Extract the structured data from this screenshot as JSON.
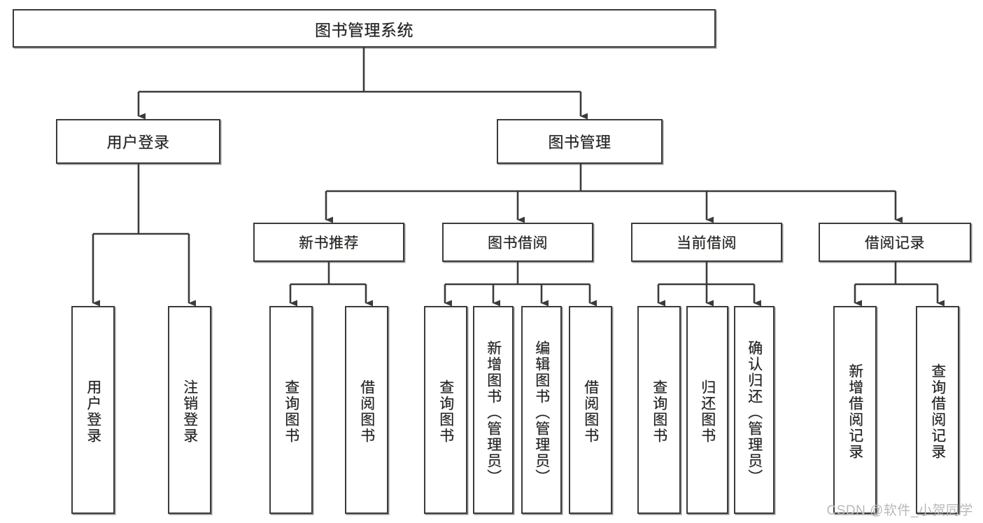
{
  "diagram": {
    "title": "图书管理系统",
    "type": "tree-hierarchy-chart",
    "watermark": "CSDN @软件_小贺同学",
    "root": {
      "label": "图书管理系统"
    },
    "level2": [
      {
        "label": "用户登录"
      },
      {
        "label": "图书管理"
      }
    ],
    "level3": [
      {
        "label": "新书推荐"
      },
      {
        "label": "图书借阅"
      },
      {
        "label": "当前借阅"
      },
      {
        "label": "借阅记录"
      }
    ],
    "leaves": {
      "user_login": [
        {
          "label": "用户登录"
        },
        {
          "label": "注销登录"
        }
      ],
      "new_book": [
        {
          "label": "查询图书"
        },
        {
          "label": "借阅图书"
        }
      ],
      "book_borrow": [
        {
          "label": "查询图书"
        },
        {
          "label": "新增图书（管理员）"
        },
        {
          "label": "编辑图书（管理员）"
        },
        {
          "label": "借阅图书"
        }
      ],
      "current_borrow": [
        {
          "label": "查询图书"
        },
        {
          "label": "归还图书"
        },
        {
          "label": "确认归还（管理员）"
        }
      ],
      "borrow_record": [
        {
          "label": "新增借阅记录"
        },
        {
          "label": "查询借阅记录"
        }
      ]
    },
    "colors": {
      "background": "#ffffff",
      "box_fill": "#ffffff",
      "box_border": "#3b3b3b",
      "connector": "#3b3b3b",
      "text": "#202020",
      "watermark": "#b9b9b9"
    }
  }
}
